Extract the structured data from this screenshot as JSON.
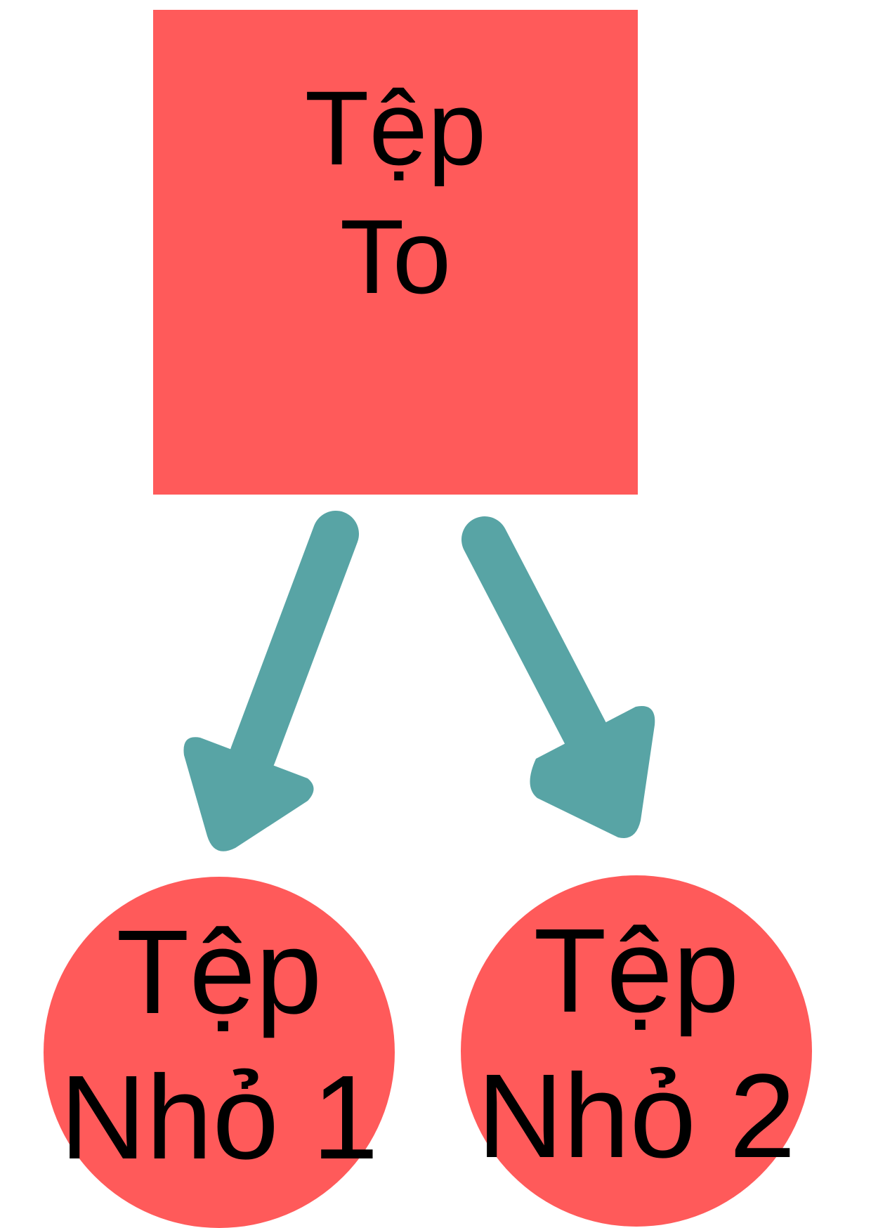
{
  "colors": {
    "node_fill": "#ff5a5a",
    "arrow_fill": "#58a4a5",
    "background": "#ffffff",
    "text": "#000000"
  },
  "nodes": {
    "parent": {
      "line1": "Tệp",
      "line2": "To"
    },
    "child1": {
      "line1": "Tệp",
      "line2": "Nhỏ 1"
    },
    "child2": {
      "line1": "Tệp",
      "line2": "Nhỏ 2"
    }
  },
  "edges": [
    {
      "from": "parent",
      "to": "child1",
      "icon": "arrow-down-left-icon"
    },
    {
      "from": "parent",
      "to": "child2",
      "icon": "arrow-down-right-icon"
    }
  ]
}
